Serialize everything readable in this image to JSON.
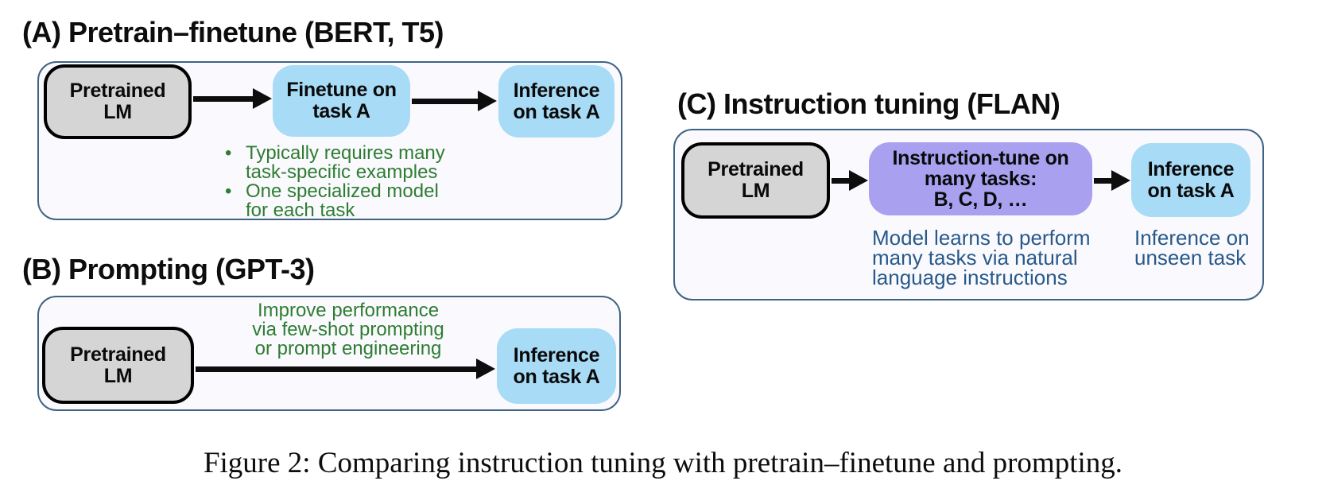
{
  "colors": {
    "ink": "#0d0d0d",
    "panel-bg": "#faf9fd",
    "panel-border": "#3f6384",
    "box-gray": "#d5d5d5",
    "box-blue": "#a7dbf6",
    "box-purple": "#a9a0f0",
    "text-green": "#2e7d32",
    "text-blue": "#27598a"
  },
  "panel_a": {
    "title": "(A) Pretrain–finetune (BERT, T5)",
    "box_pretrained": {
      "line1": "Pretrained",
      "line2": "LM"
    },
    "box_finetune": {
      "line1": "Finetune on",
      "line2": "task A"
    },
    "box_inference": {
      "line1": "Inference",
      "line2": "on task A"
    },
    "bullet_glyph": "•",
    "bullet1": {
      "line1": "Typically requires many",
      "line2": "task-specific examples"
    },
    "bullet2": {
      "line1": "One specialized model",
      "line2": "for each task"
    }
  },
  "panel_b": {
    "title": "(B) Prompting (GPT-3)",
    "box_pretrained": {
      "line1": "Pretrained",
      "line2": "LM"
    },
    "note": {
      "line1": "Improve performance",
      "line2": "via few-shot prompting",
      "line3": "or prompt engineering"
    },
    "box_inference": {
      "line1": "Inference",
      "line2": "on task A"
    }
  },
  "panel_c": {
    "title": "(C) Instruction tuning (FLAN)",
    "box_pretrained": {
      "line1": "Pretrained",
      "line2": "LM"
    },
    "box_instruction": {
      "line1": "Instruction-tune on",
      "line2": "many tasks:",
      "line3": "B, C, D, …"
    },
    "box_inference": {
      "line1": "Inference",
      "line2": "on task A"
    },
    "note_model": {
      "line1": "Model learns to perform",
      "line2": "many tasks via natural",
      "line3": "language instructions"
    },
    "note_inference": {
      "line1": "Inference on",
      "line2": "unseen task"
    }
  },
  "caption": "Figure 2: Comparing instruction tuning with pretrain–finetune and prompting."
}
